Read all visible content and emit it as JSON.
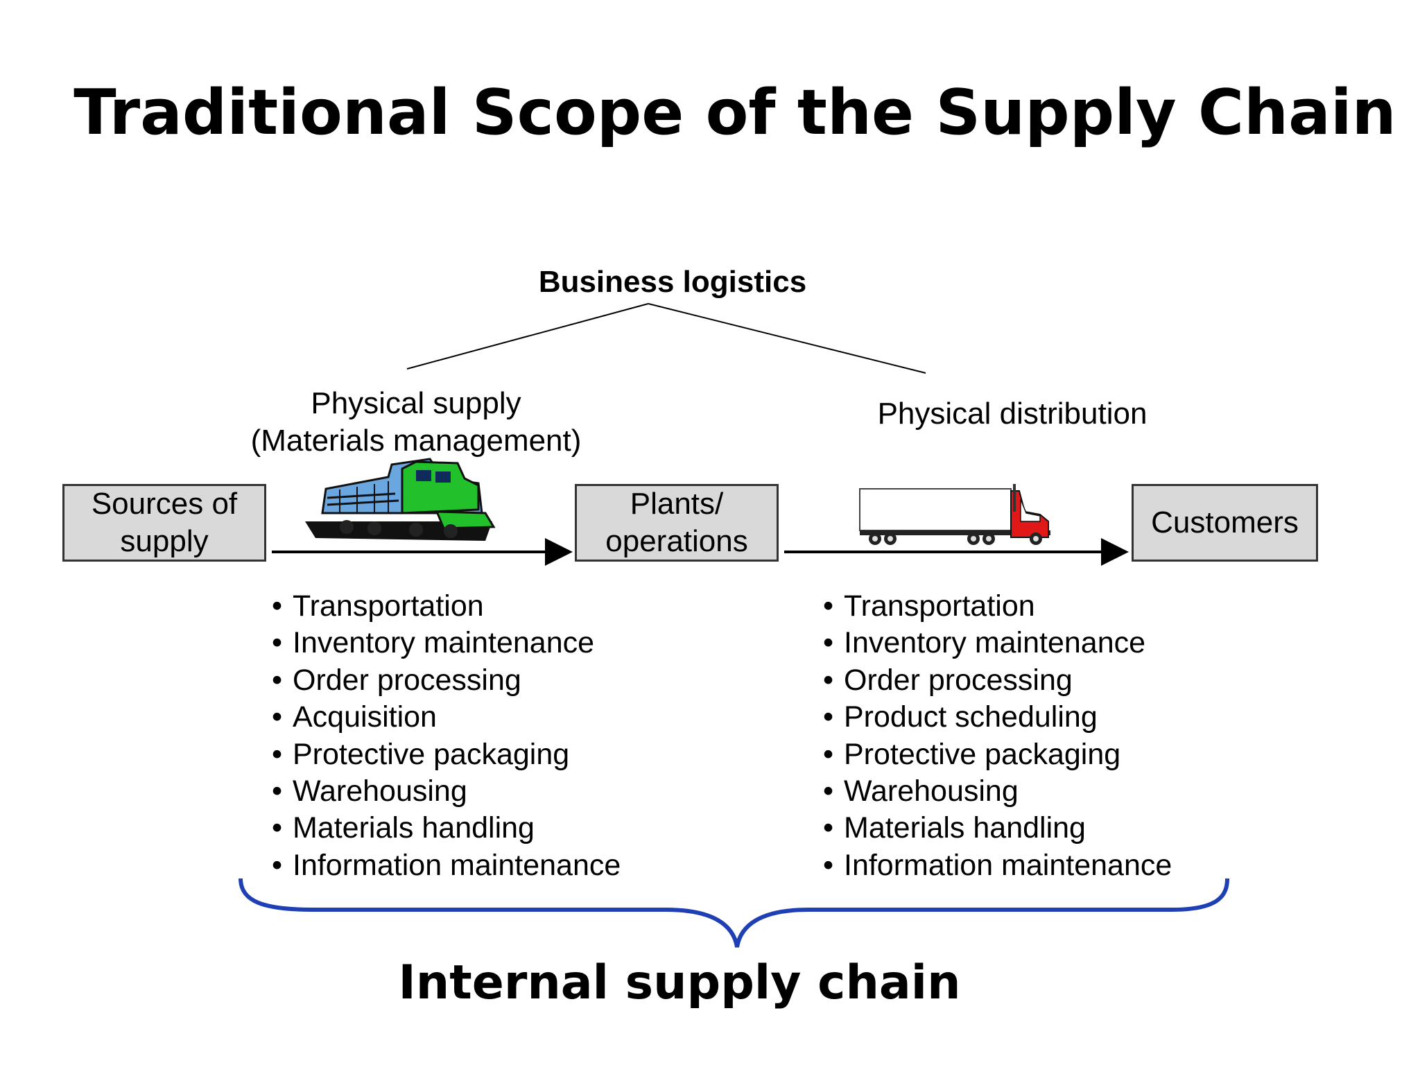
{
  "title": "Traditional Scope of the Supply Chain",
  "business_logistics": "Business logistics",
  "physical_supply": {
    "line1": "Physical supply",
    "line2": "(Materials management)"
  },
  "physical_distribution": "Physical distribution",
  "nodes": {
    "sources": {
      "line1": "Sources of",
      "line2": "supply"
    },
    "plants": {
      "line1": "Plants/",
      "line2": "operations"
    },
    "customers": "Customers"
  },
  "supply_activities": [
    "Transportation",
    "Inventory maintenance",
    "Order processing",
    "Acquisition",
    "Protective packaging",
    "Warehousing",
    "Materials handling",
    "Information maintenance"
  ],
  "distribution_activities": [
    "Transportation",
    "Inventory maintenance",
    "Order processing",
    "Product scheduling",
    "Protective packaging",
    "Warehousing",
    "Materials handling",
    "Information maintenance"
  ],
  "internal_supply_chain": "Internal supply chain",
  "icons": {
    "left_vehicle": "locomotive-icon",
    "right_vehicle": "truck-icon"
  },
  "colors": {
    "box_fill": "#d9d9d9",
    "brace": "#1f3fb5",
    "locomotive_body": "#6aa6e0",
    "locomotive_accent": "#22c02a",
    "truck_cab": "#e01818"
  }
}
